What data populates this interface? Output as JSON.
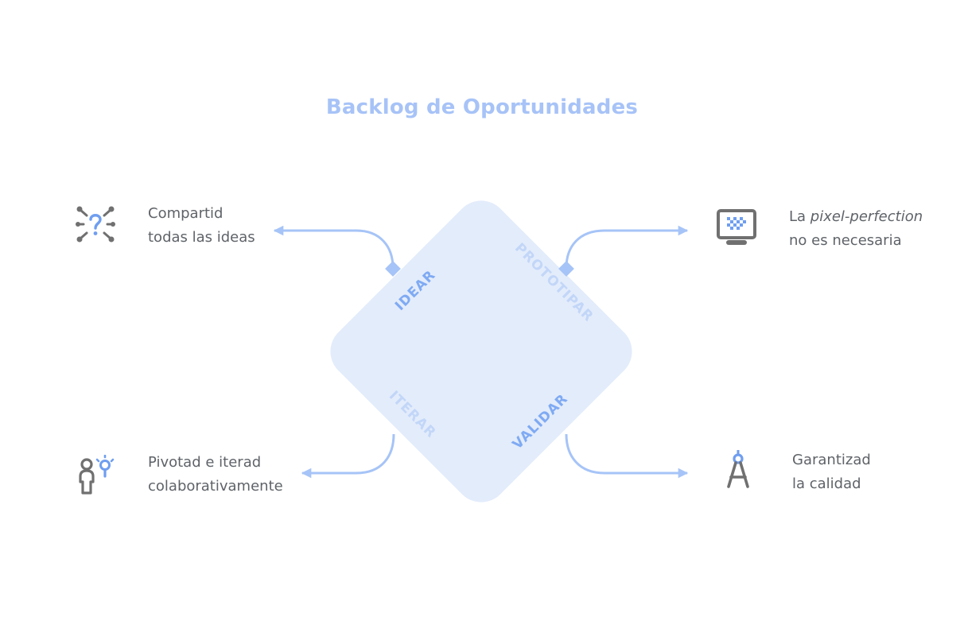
{
  "title": "Backlog de Oportunidades",
  "phases": {
    "idear": "IDEAR",
    "prototipar": "PROTOTIPAR",
    "iterar": "ITERAR",
    "validar": "VALIDAR"
  },
  "items": {
    "top_left": {
      "line1": "Compartid",
      "line2": "todas las ideas",
      "icon": "ideas-network-icon"
    },
    "top_right": {
      "line1_prefix": "La ",
      "line1_emphasis": "pixel-perfection",
      "line2": "no es necesaria",
      "icon": "monitor-pixel-icon"
    },
    "bottom_left": {
      "line1": "Pivotad e iterad",
      "line2": "colaborativamente",
      "icon": "person-idea-icon"
    },
    "bottom_right": {
      "line1": "Garantizad",
      "line2": "la calidad",
      "icon": "compass-icon"
    }
  },
  "colors": {
    "title": "#a7c3f7",
    "diamond": "#e3ecfb",
    "arrow": "#a6c4f7",
    "phase_strong": "#7faaf3",
    "phase_light": "#c2d6f8",
    "text": "#5f6368",
    "icon_gray": "#707070",
    "icon_blue": "#6f9ef0"
  }
}
